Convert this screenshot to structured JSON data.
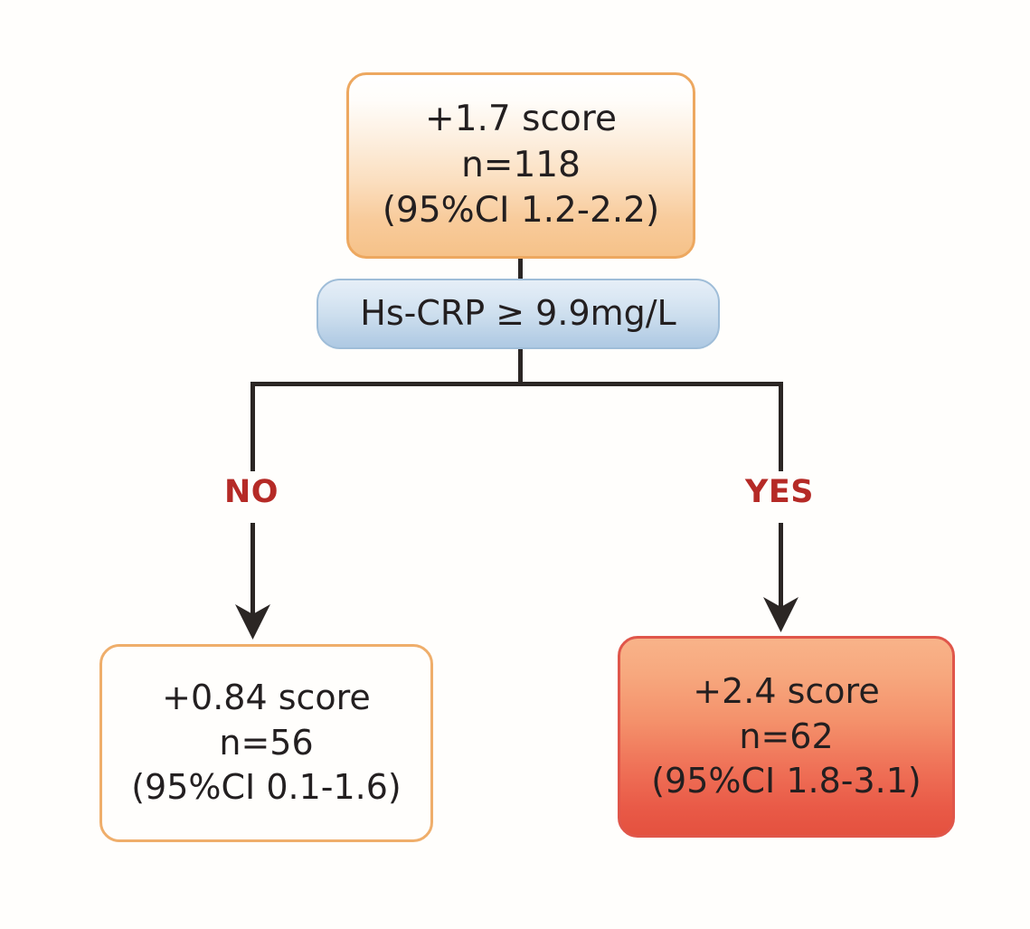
{
  "diagram": {
    "type": "decision-tree",
    "background_color": "#fffefc",
    "root": {
      "score": "+1.7 score",
      "n": "n=118",
      "ci": "(95%CI 1.2-2.2)",
      "fill_top": "#ffffff",
      "fill_bottom": "#f6c289",
      "border_color": "#eda860"
    },
    "decision": {
      "condition": "Hs-CRP ≥ 9.9mg/L",
      "fill_top": "#e6eef7",
      "fill_bottom": "#aec9e3",
      "border_color": "#9fbdd8"
    },
    "branches": [
      {
        "label": "NO",
        "label_color": "#b52a26"
      },
      {
        "label": "YES",
        "label_color": "#b52a26"
      }
    ],
    "leaf_no": {
      "score": "+0.84 score",
      "n": "n=56",
      "ci": "(95%CI 0.1-1.6)",
      "fill": "#fffefc",
      "border_color": "#efae6b"
    },
    "leaf_yes": {
      "score": "+2.4 score",
      "n": "n=62",
      "ci": "(95%CI 1.8-3.1)",
      "fill_top": "#f8b389",
      "fill_bottom": "#e4513f",
      "border_color": "#e0564a"
    },
    "connector_color": "#2b2624"
  }
}
